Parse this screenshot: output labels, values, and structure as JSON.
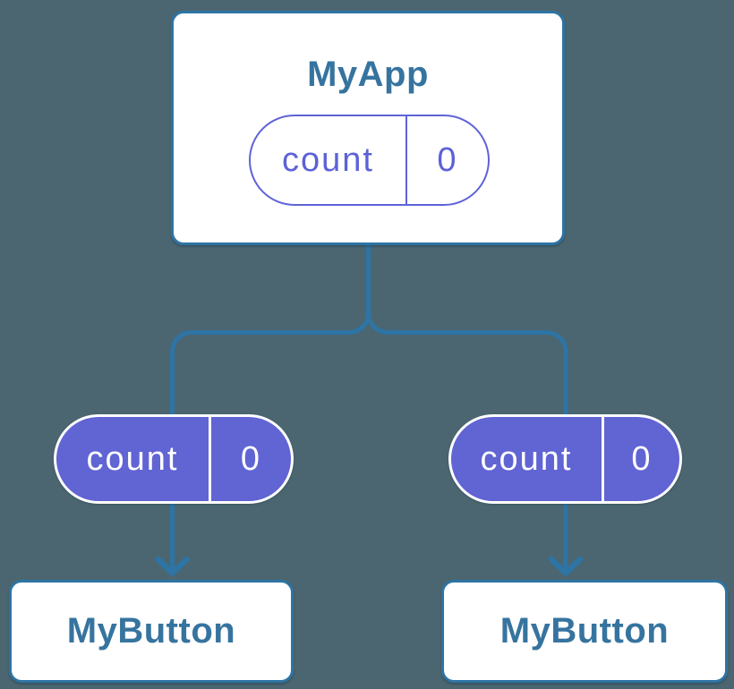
{
  "diagram": {
    "description": "Component tree showing a count prop passed from parent to children",
    "colors": {
      "background": "#4B6670",
      "connector_line": "#2E74A4",
      "node_border": "#2E74A4",
      "node_text": "#36749F",
      "pill_fill": "#6164D3",
      "pill_outline": "#5E63D7",
      "pill_text_on_solid": "#ffffff"
    },
    "root": {
      "title": "MyApp",
      "prop_name": "count",
      "prop_value": "0"
    },
    "left_branch": {
      "prop_name": "count",
      "prop_value": "0",
      "child_title": "MyButton"
    },
    "right_branch": {
      "prop_name": "count",
      "prop_value": "0",
      "child_title": "MyButton"
    }
  }
}
